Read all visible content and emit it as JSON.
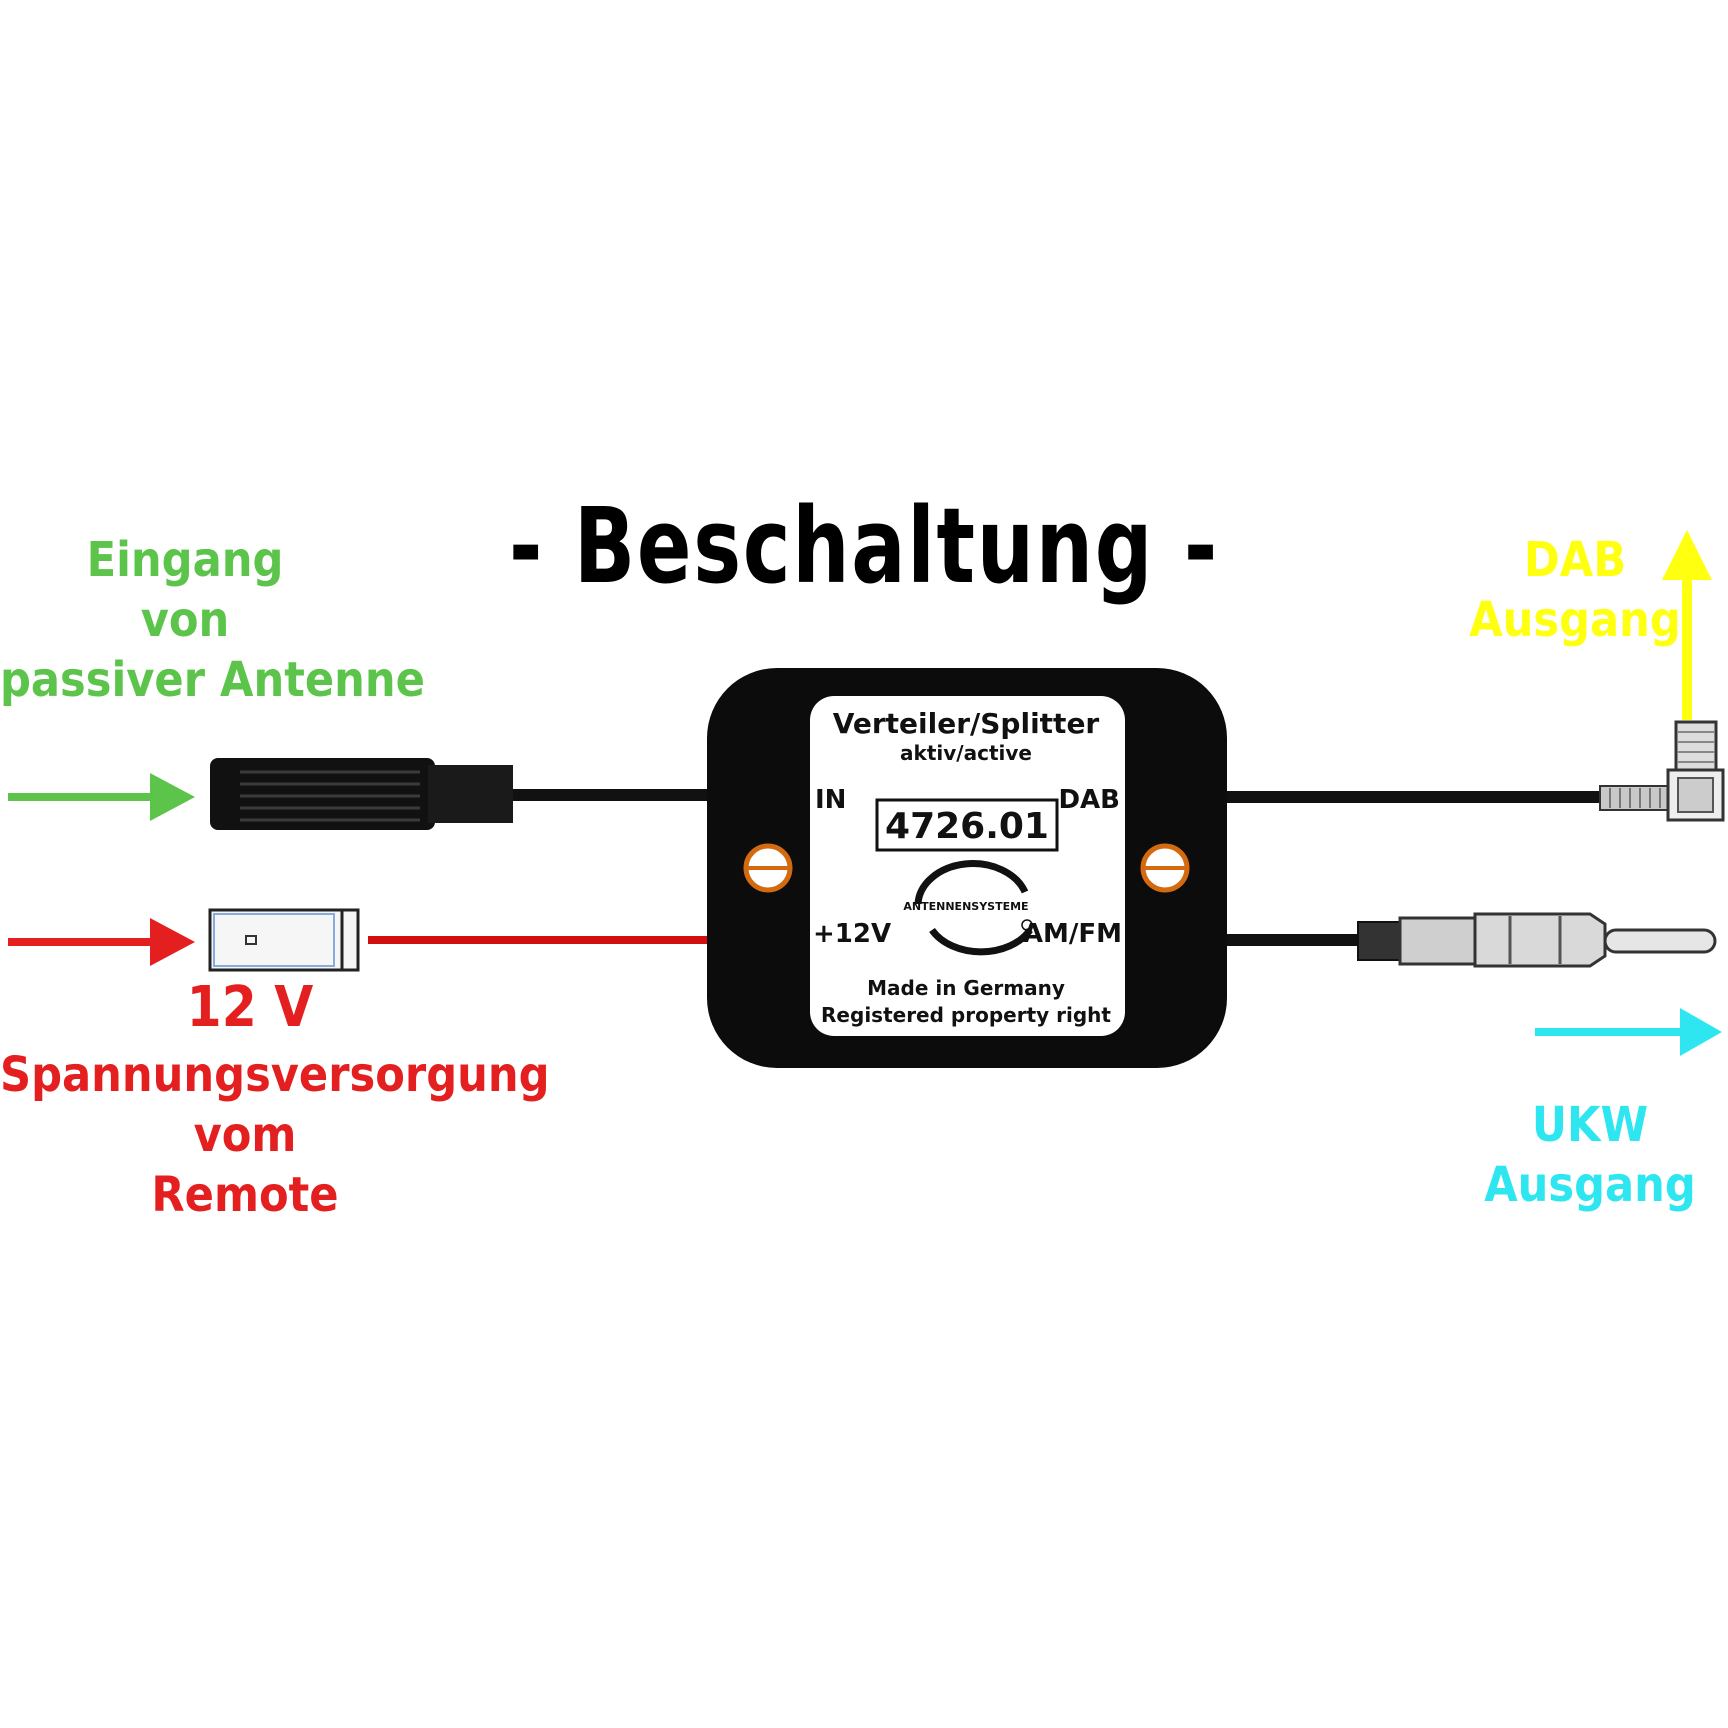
{
  "title": "- Beschaltung -",
  "input": {
    "lines": [
      "Eingang",
      "von",
      "passiver Antenne"
    ],
    "color": "#5cc44a"
  },
  "power": {
    "voltage": "12 V",
    "lines": [
      "Spannungsversorgung",
      "vom",
      "Remote"
    ],
    "color": "#e41f1f"
  },
  "dab_output": {
    "lines": [
      "DAB",
      "Ausgang"
    ],
    "color": "#ffff10"
  },
  "ukw_output": {
    "lines": [
      "UKW",
      "Ausgang"
    ],
    "color": "#2ee6f0"
  },
  "device": {
    "name": "Verteiler/Splitter",
    "subtitle": "aktiv/active",
    "model": "4726.01",
    "brand": "ANTENNENSYSTEME",
    "port_in": "IN",
    "port_dab": "DAB",
    "port_power": "+12V",
    "port_amfm": "AM/FM",
    "footer_1": "Made in Germany",
    "footer_2": "Registered property right"
  }
}
